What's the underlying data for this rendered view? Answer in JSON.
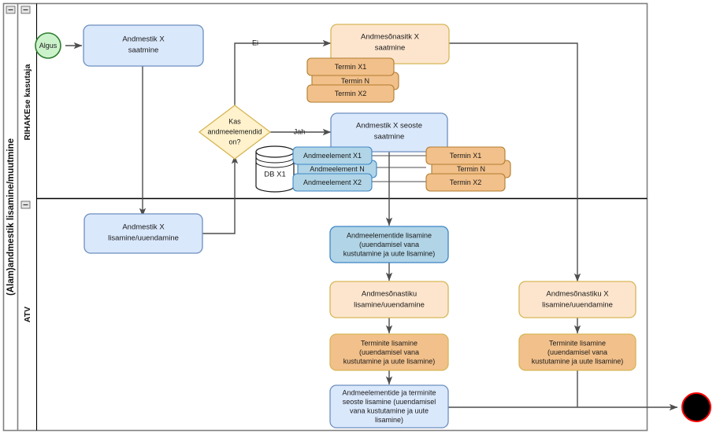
{
  "diagram": {
    "type": "bpmn-flowchart",
    "pool_label": "(Alam)andmestik lisamine/muutmine",
    "lanes": [
      {
        "id": "lane-rihakese",
        "label": "RIHAKEse kasutaja"
      },
      {
        "id": "lane-atv",
        "label": "ATV"
      }
    ],
    "collapse_icon": "minus-icon",
    "colors": {
      "blue_fill": "#dae8fc",
      "blue_stroke": "#6c8ebf",
      "blue_dark_fill": "#b1d5e7",
      "blue_dark_stroke": "#3d85c6",
      "orange_fill": "#fde5cd",
      "orange_stroke": "#d6b656",
      "orange_dark_fill": "#f2c08a",
      "orange_dark_stroke": "#b07d2f",
      "yellow_fill": "#fff2cc",
      "yellow_stroke": "#d6b656",
      "green_fill": "#ccf2cc",
      "green_stroke": "#2d7d2d",
      "end_ring": "#ff0000",
      "end_fill": "#000000",
      "edge": "#4d4d4d",
      "pool_border": "#808080",
      "lane_border": "#000000"
    },
    "nodes": {
      "start": {
        "label": "Algus"
      },
      "task_andmestik_saatmine": {
        "label": "Andmestik X saatmine"
      },
      "gateway_andmeelemendid": {
        "label": "Kas andmeelemendid on?"
      },
      "task_andmesonastik_saatmine": {
        "label": "Andmesõnasitk X saatmine"
      },
      "task_andmestik_seoste_saatmine": {
        "label": "Andmestik X seoste saatmine"
      },
      "task_andmestik_lisamine": {
        "label": "Andmestik X lisamine/uuendamine"
      },
      "task_andmeelementide_lisamine": {
        "label": "Andmeelementide lisamine (uuendamisel vana kustutamine ja uute lisamine)"
      },
      "task_andmesonastiku_lisamine_mid": {
        "label": "Andmesõnastiku lisamine/uuendamine"
      },
      "task_terminite_lisamine_mid": {
        "label": "Terminite lisamine (uuendamisel vana kustutamine ja uute lisamine)"
      },
      "task_seoste_lisamine": {
        "label": "Andmeelementide ja terminite seoste lisamine (uuendamisel vana kustutamine ja uute lisamine)"
      },
      "task_andmesonastiku_lisamine_right": {
        "label": "Andmesõnastiku X lisamine/uuendamine"
      },
      "task_terminite_lisamine_right": {
        "label": "Terminite lisamine (uuendamisel vana kustutamine ja uute lisamine)"
      },
      "end": {
        "label": ""
      }
    },
    "data_objects": {
      "database": {
        "label": "DB X1"
      },
      "termin_top": [
        {
          "label": "Termin X1"
        },
        {
          "label": "Termin N"
        },
        {
          "label": "Termin X2"
        }
      ],
      "andmeelement": [
        {
          "label": "Andmeelement X1"
        },
        {
          "label": "Andmeelement N"
        },
        {
          "label": "Andmeelement X2"
        }
      ],
      "termin_mid": [
        {
          "label": "Termin X1"
        },
        {
          "label": "Termin N"
        },
        {
          "label": "Termin X2"
        }
      ]
    },
    "edge_labels": {
      "ei": "Ei",
      "jah": "Jah"
    }
  }
}
